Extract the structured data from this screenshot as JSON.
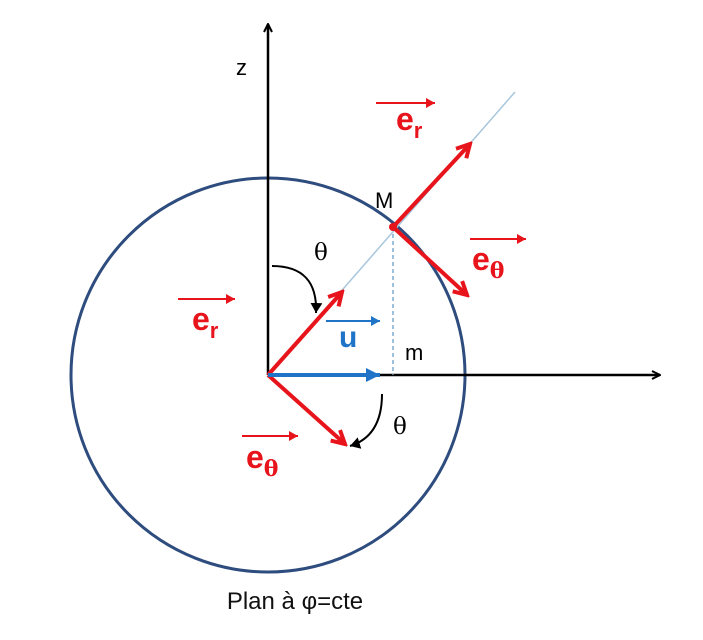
{
  "labels": {
    "z_axis": "z",
    "point_M": "M",
    "point_m": "m",
    "theta_top": "θ",
    "theta_bottom": "θ",
    "er_base_center": "e",
    "er_base_center_sub": "r",
    "etheta_base_center": "e",
    "etheta_base_center_sub": "θ",
    "u_vector": "u",
    "er_base_M": "e",
    "er_base_M_sub": "r",
    "etheta_base_M": "e",
    "etheta_base_M_sub": "θ"
  },
  "caption": "Plan à φ=cte",
  "colors": {
    "axes": "#000000",
    "circle": "#2e4c7e",
    "vectors_red": "#e8141b",
    "vector_blue": "#1f74c8",
    "radial_line": "#a8c6dc",
    "projection_dash": "#6aa0c8"
  }
}
